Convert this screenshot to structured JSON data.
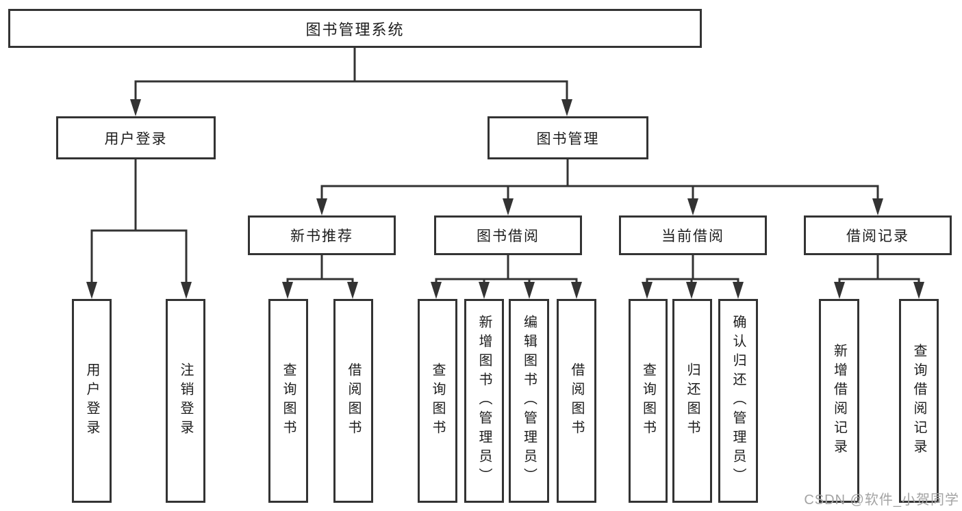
{
  "tree": {
    "label": "图书管理系统",
    "children": [
      {
        "label": "用户登录",
        "children": [
          {
            "label": "用户登录"
          },
          {
            "label": "注销登录"
          }
        ]
      },
      {
        "label": "图书管理",
        "children": [
          {
            "label": "新书推荐",
            "children": [
              {
                "label": "查询图书"
              },
              {
                "label": "借阅图书"
              }
            ]
          },
          {
            "label": "图书借阅",
            "children": [
              {
                "label": "查询图书"
              },
              {
                "label": "新增图书（管理员）"
              },
              {
                "label": "编辑图书（管理员）"
              },
              {
                "label": "借阅图书"
              }
            ]
          },
          {
            "label": "当前借阅",
            "children": [
              {
                "label": "查询图书"
              },
              {
                "label": "归还图书"
              },
              {
                "label": "确认归还（管理员）"
              }
            ]
          },
          {
            "label": "借阅记录",
            "children": [
              {
                "label": "新增借阅记录"
              },
              {
                "label": "查询借阅记录"
              }
            ]
          }
        ]
      }
    ]
  },
  "watermark": "CSDN @软件_小贺同学",
  "colors": {
    "line": "#333333",
    "box_background": "#ffffff",
    "text": "#1d1d1d",
    "watermark": "#a3a3a3"
  }
}
